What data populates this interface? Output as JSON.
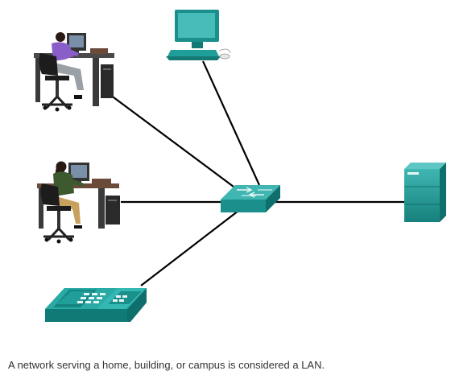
{
  "caption": "A network serving a home, building, or campus is considered a LAN.",
  "colors": {
    "device_teal": "#1f9e9a",
    "device_dark": "#0f6f6c",
    "device_light": "#5fc7c3",
    "link": "#000000"
  },
  "devices": [
    {
      "name": "desktop-computer",
      "icon": "desktop-computer-icon"
    },
    {
      "name": "workstation-man",
      "icon": "man-at-workstation-icon"
    },
    {
      "name": "workstation-woman",
      "icon": "woman-at-workstation-icon"
    },
    {
      "name": "ip-phone",
      "icon": "ip-phone-icon"
    },
    {
      "name": "switch",
      "icon": "network-switch-icon"
    },
    {
      "name": "server",
      "icon": "server-icon"
    }
  ]
}
